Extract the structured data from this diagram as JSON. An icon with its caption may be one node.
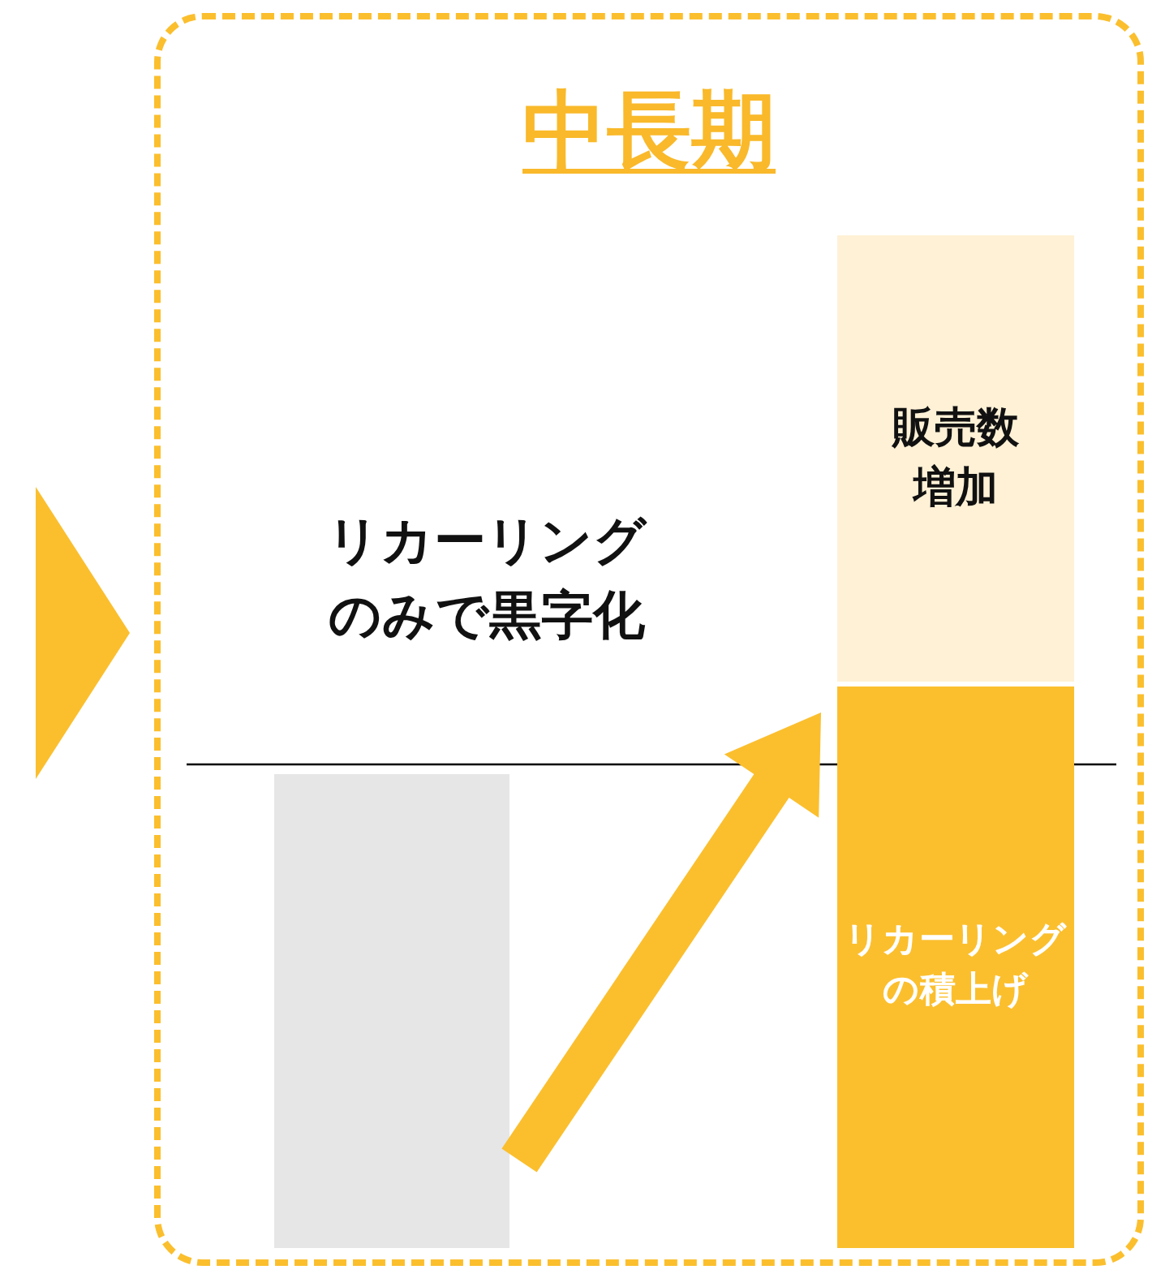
{
  "diagram": {
    "nodes": [
      {
        "text": [
          "中長期"
        ]
      },
      {
        "text": [],
        "shape": "bar",
        "in": 0
      },
      {
        "text": [
          "販売数増加"
        ],
        "in": 0
      },
      {
        "text": [
          "リカーリングの積上げ"
        ],
        "in": 0
      }
    ],
    "edges": [
      {
        "from": 1,
        "to": 3,
        "arrow": "to"
      }
    ],
    "labels": [
      "リカーリングのみで黒字化"
    ]
  }
}
